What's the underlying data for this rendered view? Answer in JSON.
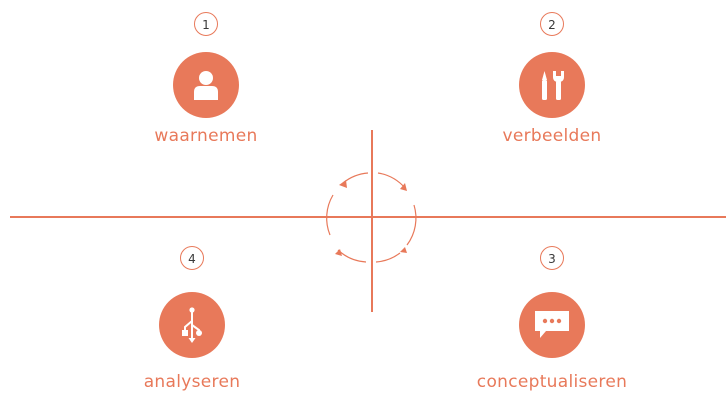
{
  "accent_color": "#E8795A",
  "steps": [
    {
      "number": "1",
      "label": "waarnemen",
      "icon": "person-icon"
    },
    {
      "number": "2",
      "label": "verbeelden",
      "icon": "tools-icon"
    },
    {
      "number": "3",
      "label": "conceptualiseren",
      "icon": "speech-bubble-icon"
    },
    {
      "number": "4",
      "label": "analyseren",
      "icon": "usb-icon"
    }
  ]
}
